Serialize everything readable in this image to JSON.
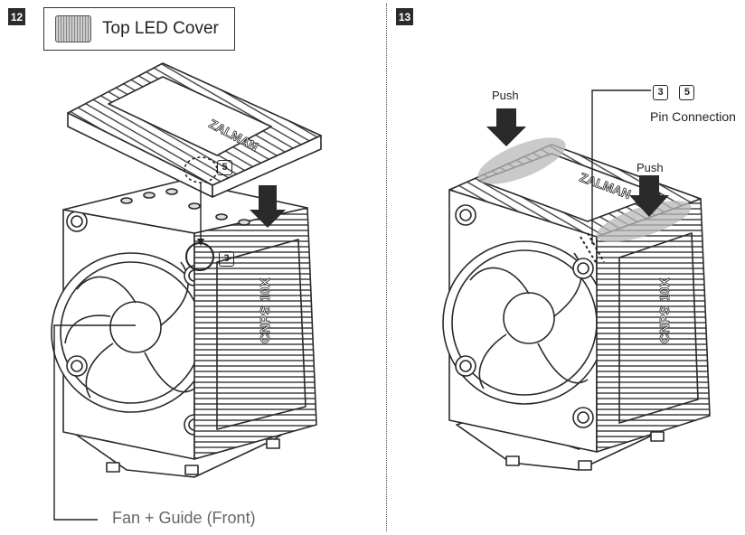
{
  "step12": {
    "number": "12",
    "title": "Top LED Cover",
    "pin_upper": "5",
    "pin_lower": "3",
    "callout": "Fan + Guide (Front)",
    "brand_text": "ZALMAN",
    "model_text": "CNPS 10X"
  },
  "step13": {
    "number": "13",
    "push_left": "Push",
    "push_right": "Push",
    "pin_a": "3",
    "pin_b": "5",
    "pin_label": "Pin Connection",
    "brand_text": "ZALMAN",
    "model_text": "CNPS 10X"
  },
  "colors": {
    "line": "#2a2a2a",
    "highlight": "#b8b8b8",
    "callout_text": "#666666"
  }
}
